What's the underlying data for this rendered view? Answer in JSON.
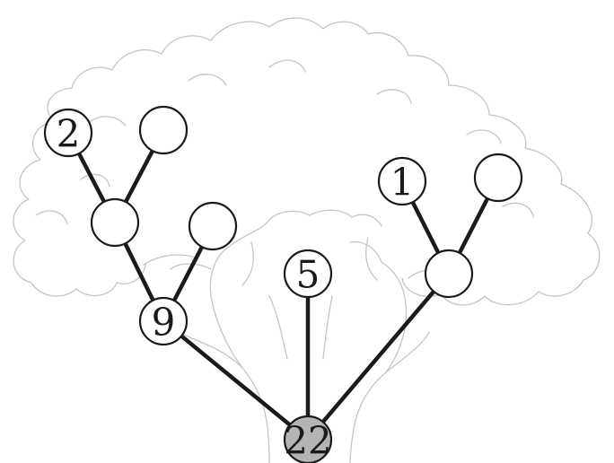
{
  "diagram": {
    "colors": {
      "node_fill": "#ffffff",
      "root_fill": "#b4b4b4",
      "edge": "#1a1a1a",
      "tree_outline": "#c4c4c4"
    },
    "nodes": [
      {
        "id": "root",
        "label": "22",
        "root": true
      },
      {
        "id": "n9",
        "label": "9"
      },
      {
        "id": "n5",
        "label": "5"
      },
      {
        "id": "nR",
        "label": ""
      },
      {
        "id": "nL",
        "label": ""
      },
      {
        "id": "nLR",
        "label": ""
      },
      {
        "id": "n2",
        "label": "2"
      },
      {
        "id": "nLLr",
        "label": ""
      },
      {
        "id": "n1",
        "label": "1"
      },
      {
        "id": "nRR",
        "label": ""
      }
    ],
    "edges": [
      [
        "root",
        "n9"
      ],
      [
        "root",
        "n5"
      ],
      [
        "root",
        "nR"
      ],
      [
        "n9",
        "nL"
      ],
      [
        "n9",
        "nLR"
      ],
      [
        "nL",
        "n2"
      ],
      [
        "nL",
        "nLLr"
      ],
      [
        "nR",
        "n1"
      ],
      [
        "nR",
        "nRR"
      ]
    ]
  }
}
